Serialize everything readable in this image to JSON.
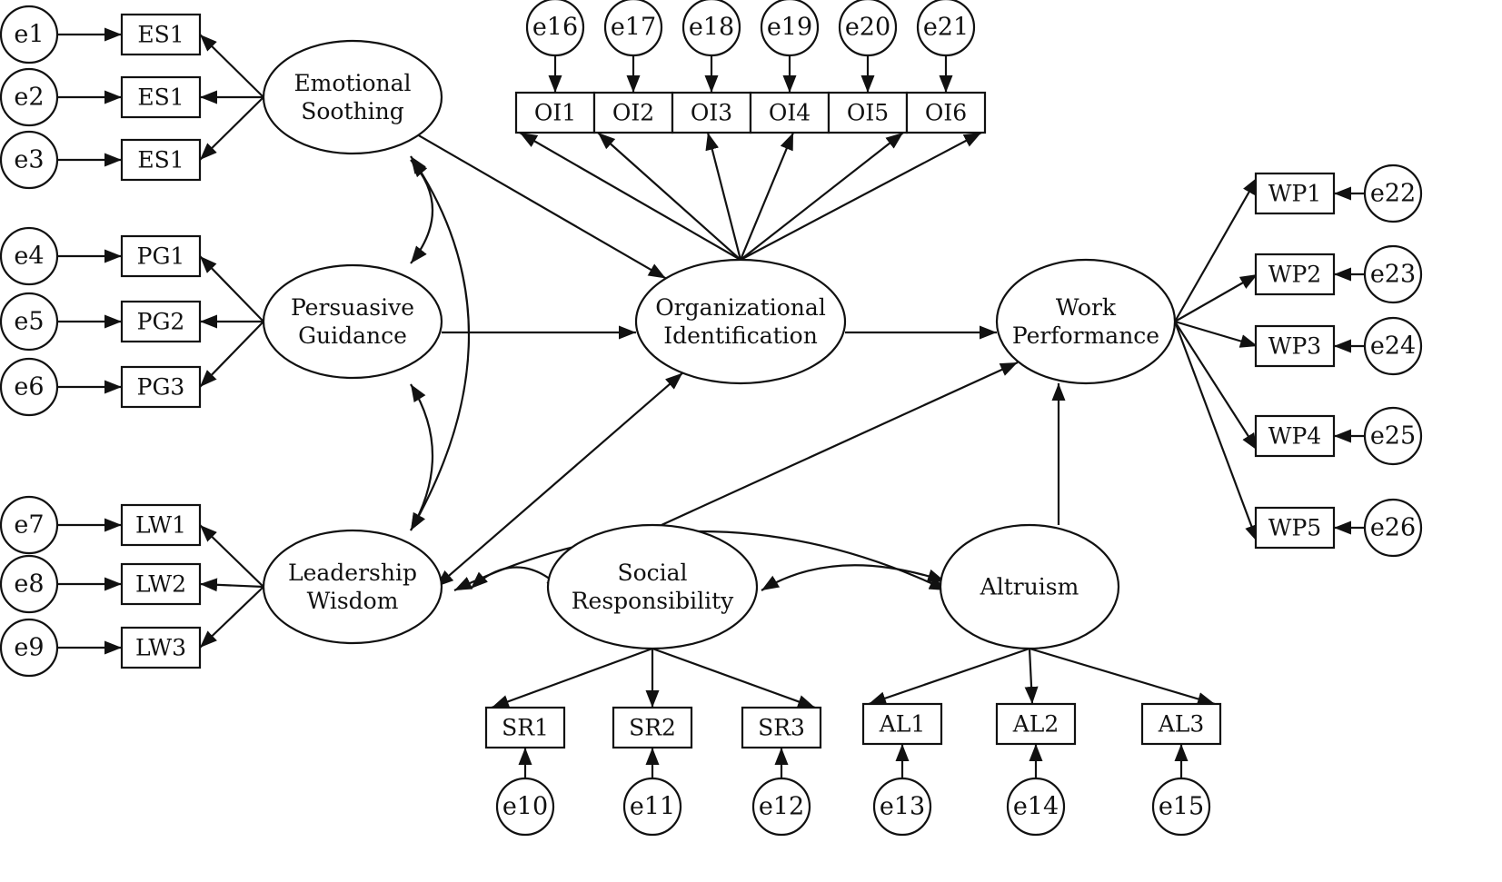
{
  "latents": [
    {
      "id": "ES",
      "lines": [
        "Emotional",
        "Soothing"
      ]
    },
    {
      "id": "PG",
      "lines": [
        "Persuasive",
        "Guidance"
      ]
    },
    {
      "id": "LW",
      "lines": [
        "Leadership",
        "Wisdom"
      ]
    },
    {
      "id": "OI",
      "lines": [
        "Organizational",
        "Identification"
      ]
    },
    {
      "id": "WP",
      "lines": [
        "Work",
        "Performance"
      ]
    },
    {
      "id": "SR",
      "lines": [
        "Social",
        "Responsibility"
      ]
    },
    {
      "id": "AL",
      "lines": [
        "Altruism"
      ]
    }
  ],
  "indicators": [
    {
      "label": "ES1",
      "latent": "ES",
      "error": "e1"
    },
    {
      "label": "ES1",
      "latent": "ES",
      "error": "e2"
    },
    {
      "label": "ES1",
      "latent": "ES",
      "error": "e3"
    },
    {
      "label": "PG1",
      "latent": "PG",
      "error": "e4"
    },
    {
      "label": "PG2",
      "latent": "PG",
      "error": "e5"
    },
    {
      "label": "PG3",
      "latent": "PG",
      "error": "e6"
    },
    {
      "label": "LW1",
      "latent": "LW",
      "error": "e7"
    },
    {
      "label": "LW2",
      "latent": "LW",
      "error": "e8"
    },
    {
      "label": "LW3",
      "latent": "LW",
      "error": "e9"
    },
    {
      "label": "SR1",
      "latent": "SR",
      "error": "e10"
    },
    {
      "label": "SR2",
      "latent": "SR",
      "error": "e11"
    },
    {
      "label": "SR3",
      "latent": "SR",
      "error": "e12"
    },
    {
      "label": "AL1",
      "latent": "AL",
      "error": "e13"
    },
    {
      "label": "AL2",
      "latent": "AL",
      "error": "e14"
    },
    {
      "label": "AL3",
      "latent": "AL",
      "error": "e15"
    },
    {
      "label": "OI1",
      "latent": "OI",
      "error": "e16"
    },
    {
      "label": "OI2",
      "latent": "OI",
      "error": "e17"
    },
    {
      "label": "OI3",
      "latent": "OI",
      "error": "e18"
    },
    {
      "label": "OI4",
      "latent": "OI",
      "error": "e19"
    },
    {
      "label": "OI5",
      "latent": "OI",
      "error": "e20"
    },
    {
      "label": "OI6",
      "latent": "OI",
      "error": "e21"
    },
    {
      "label": "WP1",
      "latent": "WP",
      "error": "e22"
    },
    {
      "label": "WP2",
      "latent": "WP",
      "error": "e23"
    },
    {
      "label": "WP3",
      "latent": "WP",
      "error": "e24"
    },
    {
      "label": "WP4",
      "latent": "WP",
      "error": "e25"
    },
    {
      "label": "WP5",
      "latent": "WP",
      "error": "e26"
    }
  ],
  "paths": [
    {
      "from": "ES",
      "to": "OI"
    },
    {
      "from": "PG",
      "to": "OI"
    },
    {
      "from": "LW",
      "to": "OI"
    },
    {
      "from": "OI",
      "to": "WP"
    },
    {
      "from": "SR",
      "to": "WP"
    },
    {
      "from": "AL",
      "to": "WP"
    }
  ],
  "covariances": [
    {
      "a": "ES",
      "b": "PG"
    },
    {
      "a": "PG",
      "b": "LW"
    },
    {
      "a": "ES",
      "b": "LW"
    },
    {
      "a": "LW",
      "b": "SR"
    },
    {
      "a": "LW",
      "b": "AL"
    },
    {
      "a": "SR",
      "b": "AL"
    }
  ]
}
